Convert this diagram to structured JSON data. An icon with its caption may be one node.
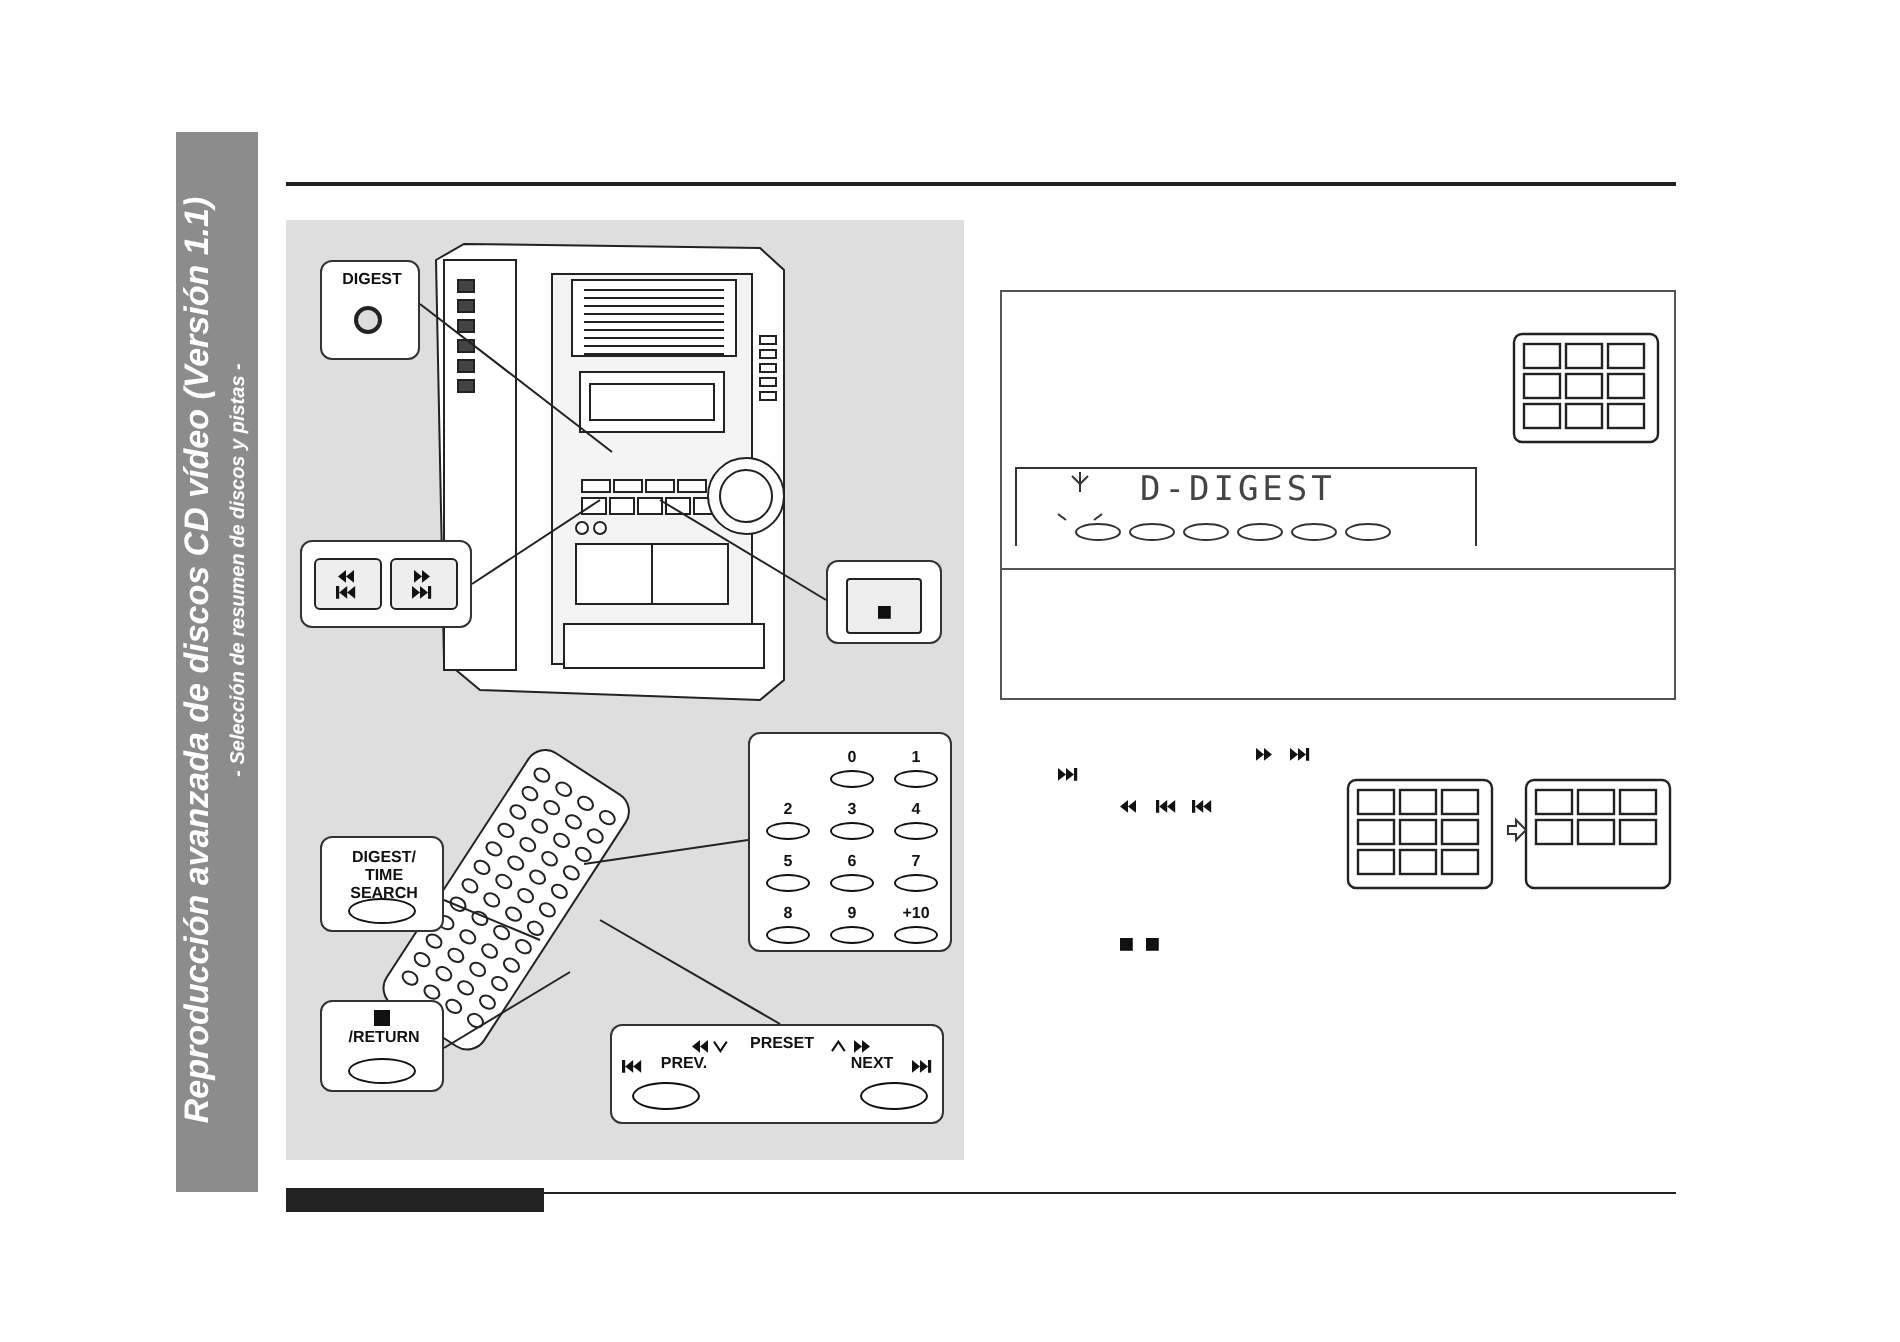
{
  "diagram": {
    "title": "Reproducción avanzada de discos CD vídeo (Versión 1.1)",
    "nodes": [
      {
        "text": [
          "DIGEST"
        ]
      },
      {
        "text": [],
        "shape": "box"
      },
      {
        "text": [],
        "shape": "box"
      },
      {
        "text": [
          "0",
          "1",
          "2",
          "3",
          "4",
          "5",
          "6",
          "7",
          "8",
          "9",
          "+10"
        ]
      },
      {
        "text": [
          "DIGEST/ TIME SEARCH"
        ]
      },
      {
        "text": [
          "/RETURN"
        ]
      },
      {
        "text": [
          "PRESET",
          "PREV.",
          "NEXT"
        ]
      },
      {
        "text": [],
        "shape": "picture"
      },
      {
        "text": [],
        "shape": "picture"
      }
    ],
    "edges": [
      {
        "from": 0,
        "to": 7,
        "arrow": "none"
      },
      {
        "from": 1,
        "to": 7,
        "arrow": "none"
      },
      {
        "from": 2,
        "to": 7,
        "arrow": "none"
      },
      {
        "from": 3,
        "to": 8,
        "arrow": "none"
      },
      {
        "from": 4,
        "to": 8,
        "arrow": "none"
      },
      {
        "from": 5,
        "to": 8,
        "arrow": "none"
      },
      {
        "from": 6,
        "to": 8,
        "arrow": "none"
      }
    ],
    "labels": [
      "- Selección de resumen de discos y pistas -",
      "D-DIGEST"
    ]
  }
}
